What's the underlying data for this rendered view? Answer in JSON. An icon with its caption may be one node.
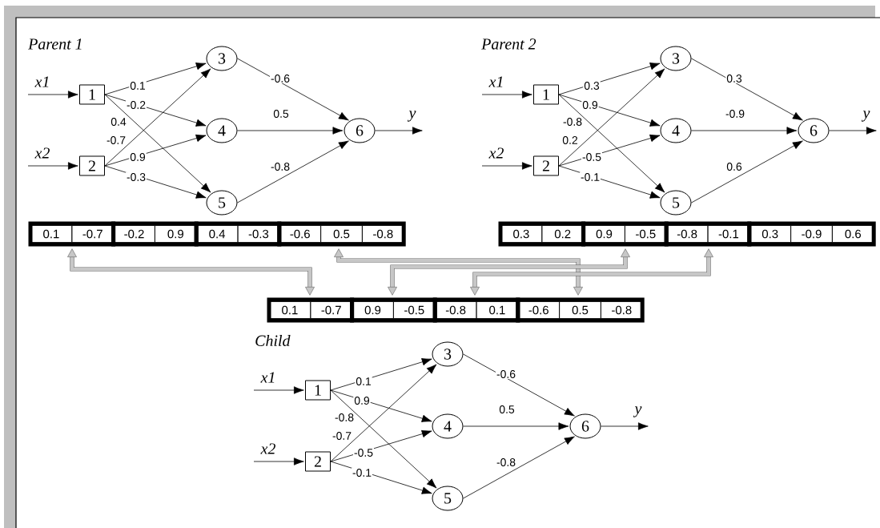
{
  "diagram": {
    "nodes": [
      {
        "text": [
          "1"
        ]
      },
      {
        "text": [
          "2"
        ]
      },
      {
        "text": [
          "3"
        ]
      },
      {
        "text": [
          "4"
        ]
      },
      {
        "text": [
          "5"
        ]
      },
      {
        "text": [
          "6"
        ]
      },
      {
        "text": [
          "1"
        ]
      },
      {
        "text": [
          "2"
        ]
      },
      {
        "text": [
          "3"
        ]
      },
      {
        "text": [
          "4"
        ]
      },
      {
        "text": [
          "5"
        ]
      },
      {
        "text": [
          "6"
        ]
      },
      {
        "text": [],
        "shape": "box"
      },
      {
        "text": [
          "0.1"
        ],
        "in": 12
      },
      {
        "text": [
          "-0.7"
        ],
        "in": 12
      },
      {
        "text": [],
        "shape": "box"
      },
      {
        "text": [
          "-0.2"
        ],
        "in": 15
      },
      {
        "text": [
          "0.9"
        ],
        "in": 15
      },
      {
        "text": [],
        "shape": "box"
      },
      {
        "text": [
          "0.4"
        ],
        "in": 18
      },
      {
        "text": [
          "-0.3"
        ],
        "in": 18
      },
      {
        "text": [],
        "shape": "box"
      },
      {
        "text": [
          "-0.6"
        ],
        "in": 21
      },
      {
        "text": [
          "0.5"
        ],
        "in": 21
      },
      {
        "text": [
          "-0.8"
        ],
        "in": 21
      },
      {
        "text": [],
        "shape": "box"
      },
      {
        "text": [
          "0.3"
        ],
        "in": 25
      },
      {
        "text": [
          "0.2"
        ],
        "in": 25
      },
      {
        "text": [],
        "shape": "box"
      },
      {
        "text": [
          "0.9"
        ],
        "in": 28
      },
      {
        "text": [
          "-0.5"
        ],
        "in": 28
      },
      {
        "text": [],
        "shape": "box"
      },
      {
        "text": [
          "-0.8"
        ],
        "in": 31
      },
      {
        "text": [
          "-0.1"
        ],
        "in": 31
      },
      {
        "text": [],
        "shape": "box"
      },
      {
        "text": [
          "0.3"
        ],
        "in": 34
      },
      {
        "text": [
          "-0.9"
        ],
        "in": 34
      },
      {
        "text": [
          "0.6"
        ],
        "in": 34
      },
      {
        "text": [],
        "shape": "box"
      },
      {
        "text": [
          "0.1"
        ],
        "in": 38
      },
      {
        "text": [
          "-0.7"
        ],
        "in": 38
      },
      {
        "text": [],
        "shape": "box"
      },
      {
        "text": [
          "0.9"
        ],
        "in": 41
      },
      {
        "text": [
          "-0.5"
        ],
        "in": 41
      },
      {
        "text": [],
        "shape": "box"
      },
      {
        "text": [
          "-0.8"
        ],
        "in": 44
      },
      {
        "text": [
          "0.1"
        ],
        "in": 44
      },
      {
        "text": [],
        "shape": "box"
      },
      {
        "text": [
          "-0.6"
        ],
        "in": 47
      },
      {
        "text": [
          "0.5"
        ],
        "in": 47
      },
      {
        "text": [
          "-0.8"
        ],
        "in": 47
      },
      {
        "text": [
          "1"
        ]
      },
      {
        "text": [
          "2"
        ]
      },
      {
        "text": [
          "3"
        ]
      },
      {
        "text": [
          "4"
        ]
      },
      {
        "text": [
          "5"
        ]
      },
      {
        "text": [
          "6"
        ]
      }
    ],
    "edges": [
      {
        "from": 0,
        "to": 2,
        "arrow": "to",
        "label": "0.1"
      },
      {
        "from": 0,
        "to": 3,
        "arrow": "to",
        "label": "-0.2"
      },
      {
        "from": 0,
        "to": 4,
        "arrow": "to",
        "label": "0.4"
      },
      {
        "from": 1,
        "to": 2,
        "arrow": "to",
        "label": "-0.7"
      },
      {
        "from": 1,
        "to": 3,
        "arrow": "to",
        "label": "0.9"
      },
      {
        "from": 1,
        "to": 4,
        "arrow": "to",
        "label": "-0.3"
      },
      {
        "from": 2,
        "to": 5,
        "arrow": "to",
        "label": "-0.6"
      },
      {
        "from": 3,
        "to": 5,
        "arrow": "to",
        "label": "0.5"
      },
      {
        "from": 4,
        "to": 5,
        "arrow": "to",
        "label": "-0.8"
      },
      {
        "from": null,
        "to": 0,
        "arrow": "to",
        "label": "x1"
      },
      {
        "from": null,
        "to": 1,
        "arrow": "to",
        "label": "x2"
      },
      {
        "from": 5,
        "to": null,
        "arrow": "to",
        "label": "y"
      },
      {
        "from": 6,
        "to": 8,
        "arrow": "to",
        "label": "0.3"
      },
      {
        "from": 6,
        "to": 9,
        "arrow": "to",
        "label": "0.9"
      },
      {
        "from": 6,
        "to": 10,
        "arrow": "to",
        "label": "-0.8"
      },
      {
        "from": 7,
        "to": 8,
        "arrow": "to",
        "label": "0.2"
      },
      {
        "from": 7,
        "to": 9,
        "arrow": "to",
        "label": "-0.5"
      },
      {
        "from": 7,
        "to": 10,
        "arrow": "to",
        "label": "-0.1"
      },
      {
        "from": 8,
        "to": 11,
        "arrow": "to",
        "label": "0.3"
      },
      {
        "from": 9,
        "to": 11,
        "arrow": "to",
        "label": "-0.9"
      },
      {
        "from": 10,
        "to": 11,
        "arrow": "to",
        "label": "0.6"
      },
      {
        "from": null,
        "to": 6,
        "arrow": "to",
        "label": "x1"
      },
      {
        "from": null,
        "to": 7,
        "arrow": "to",
        "label": "x2"
      },
      {
        "from": 11,
        "to": null,
        "arrow": "to",
        "label": "y"
      },
      {
        "from": 51,
        "to": 53,
        "arrow": "to",
        "label": "0.1"
      },
      {
        "from": 51,
        "to": 54,
        "arrow": "to",
        "label": "0.9"
      },
      {
        "from": 51,
        "to": 55,
        "arrow": "to",
        "label": "-0.8"
      },
      {
        "from": 52,
        "to": 53,
        "arrow": "to",
        "label": "-0.7"
      },
      {
        "from": 52,
        "to": 54,
        "arrow": "to",
        "label": "-0.5"
      },
      {
        "from": 52,
        "to": 55,
        "arrow": "to",
        "label": "-0.1"
      },
      {
        "from": 53,
        "to": 56,
        "arrow": "to",
        "label": "-0.6"
      },
      {
        "from": 54,
        "to": 56,
        "arrow": "to",
        "label": "0.5"
      },
      {
        "from": 55,
        "to": 56,
        "arrow": "to",
        "label": "-0.8"
      },
      {
        "from": null,
        "to": 51,
        "arrow": "to",
        "label": "x1"
      },
      {
        "from": null,
        "to": 52,
        "arrow": "to",
        "label": "x2"
      },
      {
        "from": 56,
        "to": null,
        "arrow": "to",
        "label": "y"
      },
      {
        "from": 12,
        "to": 38,
        "arrow": "both",
        "style": "thick",
        "color": "#606060"
      },
      {
        "from": 21,
        "to": 47,
        "arrow": "both",
        "style": "thick",
        "color": "#606060"
      },
      {
        "from": 28,
        "to": 41,
        "arrow": "both",
        "style": "thick",
        "color": "#606060"
      },
      {
        "from": 31,
        "to": 44,
        "arrow": "both",
        "style": "thick",
        "color": "#606060"
      }
    ],
    "labels": [
      "Parent 1",
      "Parent 2",
      "Child"
    ]
  }
}
